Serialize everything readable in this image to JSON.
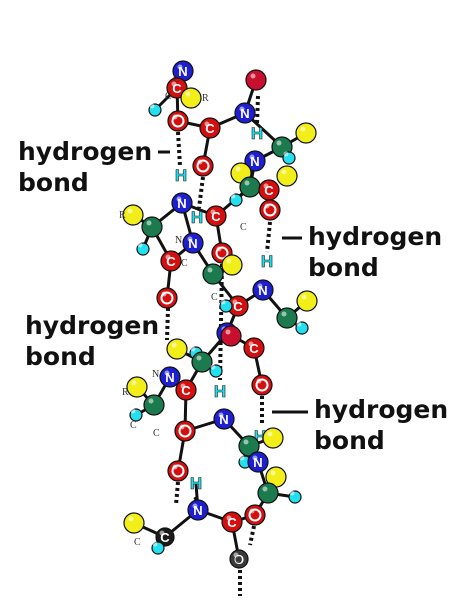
{
  "labels": [
    {
      "line1": "hydrogen",
      "line2": "bond"
    },
    {
      "line1": "hydrogen",
      "line2": "bond"
    },
    {
      "line1": "hydrogen",
      "line2": "bond"
    },
    {
      "line1": "hydrogen",
      "line2": "bond"
    }
  ],
  "atom_letters": {
    "nitrogen": "N",
    "carbon": "C",
    "oxygen": "O",
    "hydrogen": "H",
    "side_chain": "R"
  },
  "colors": {
    "nitrogen": "#1d1fd0",
    "carbon": "#1b7a4e",
    "carbonyl_carbon": "#d40f0f",
    "oxygen": "#d40f0f",
    "hydrogen": "#22e0f0",
    "side_chain": "#f2ee19",
    "hbond_dots": "#111111",
    "backbone": "#111111",
    "terminal_c": "#1a1a1a",
    "terminal_o": "#3a3a3a",
    "top_atom": "#c8102e"
  }
}
